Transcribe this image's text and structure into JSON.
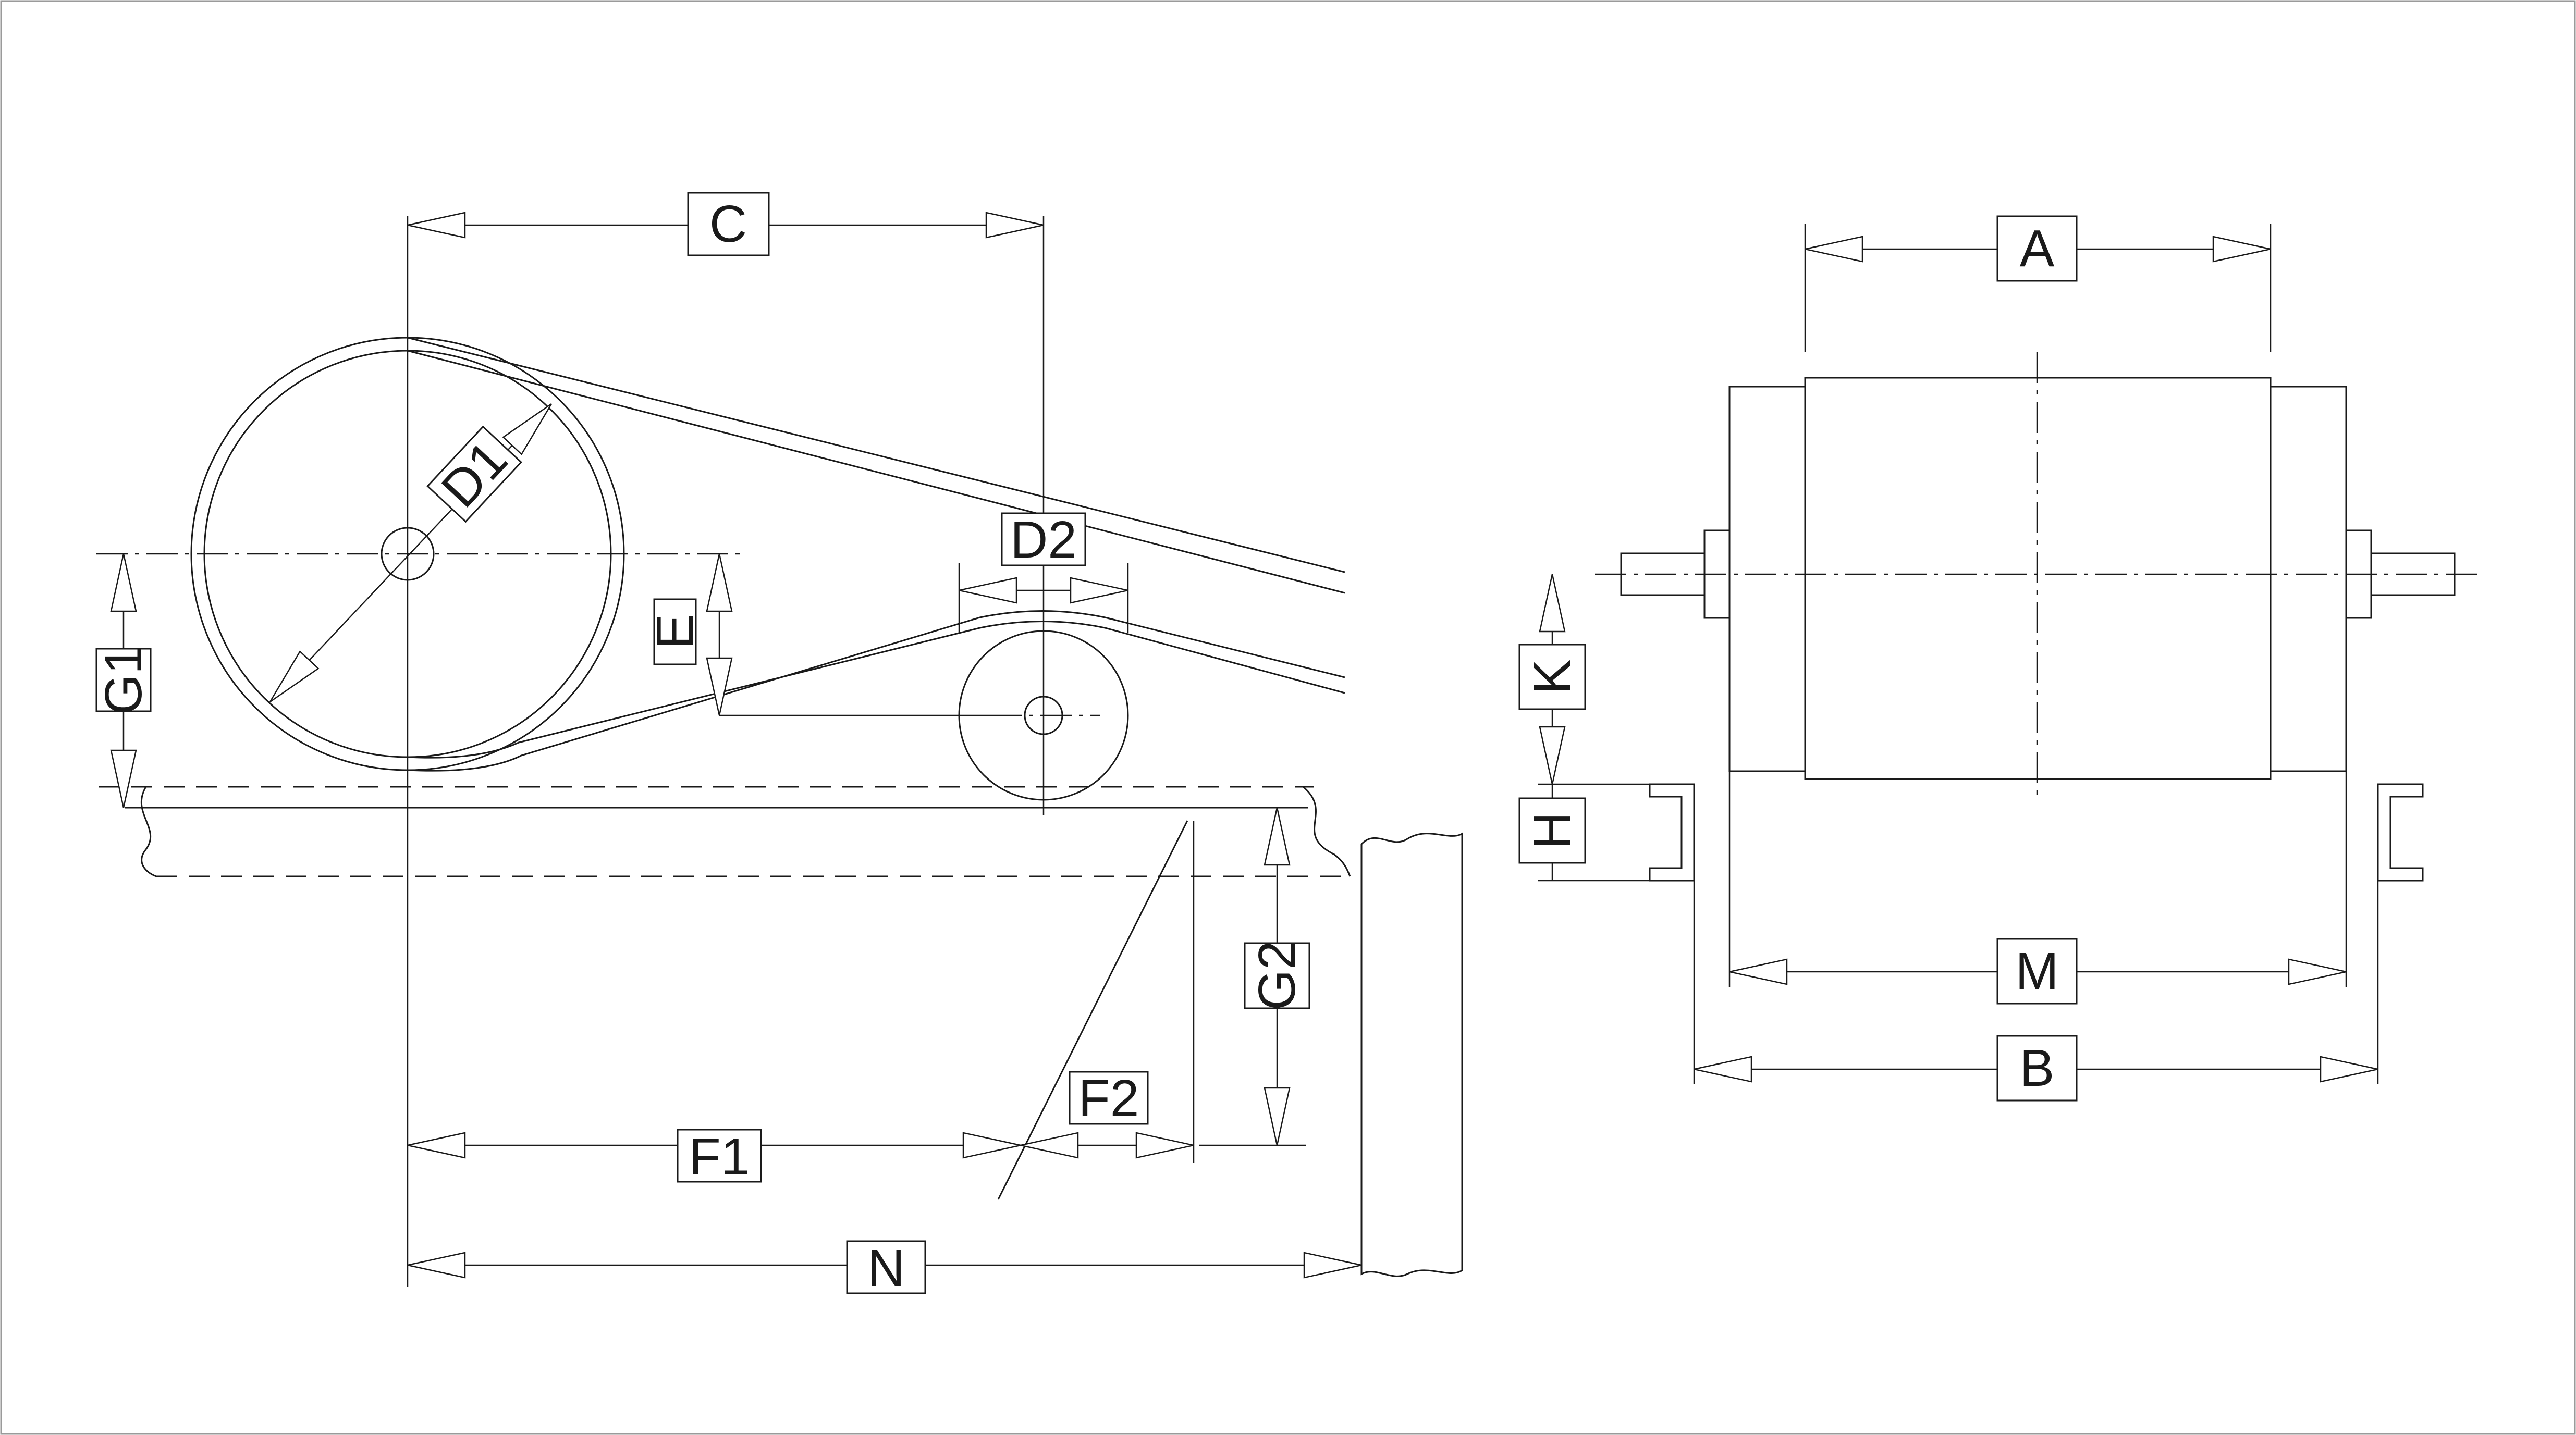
{
  "labels": {
    "A": "A",
    "B": "B",
    "C": "C",
    "D1": "D1",
    "D2": "D2",
    "E": "E",
    "F1": "F1",
    "F2": "F2",
    "G1": "G1",
    "G2": "G2",
    "H": "H",
    "K": "K",
    "M": "M",
    "N": "N"
  },
  "colors": {
    "line": "#1a1a1a",
    "background": "#ffffff"
  }
}
